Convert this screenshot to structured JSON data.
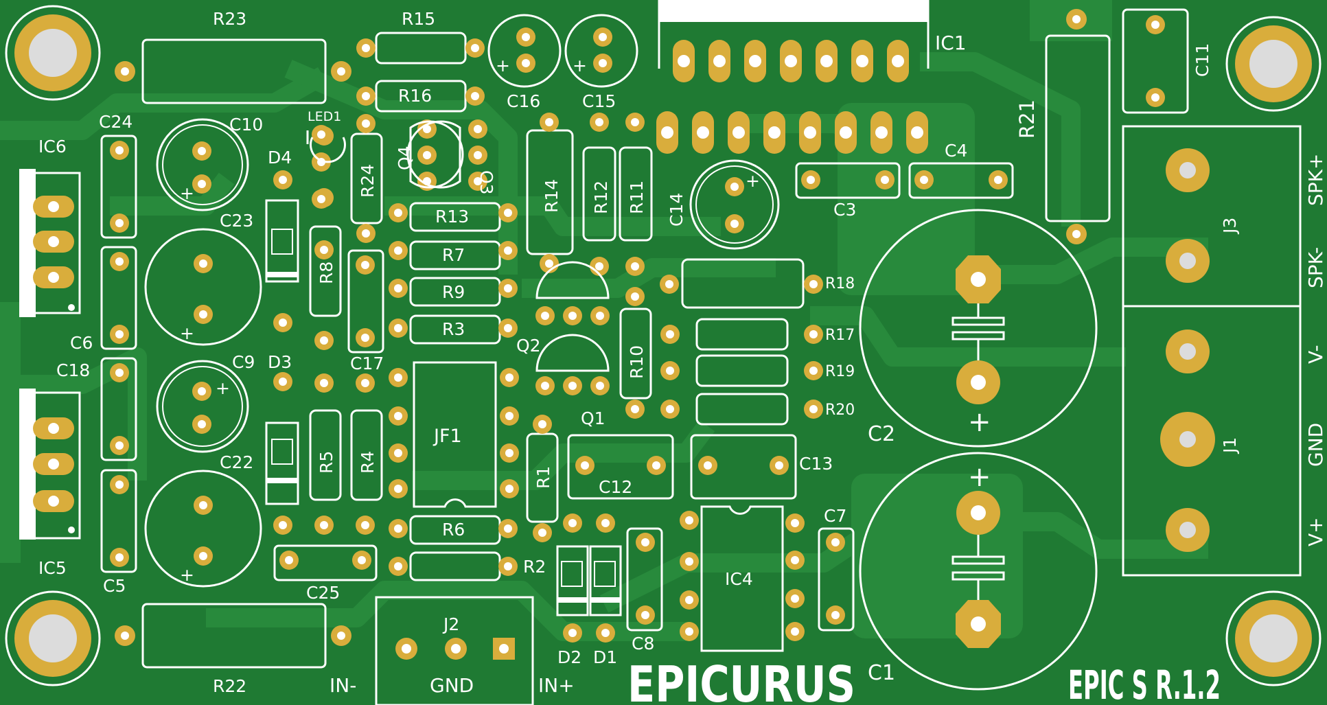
{
  "board": {
    "title": "EPICURUS",
    "revision": "EPIC S R.1.2",
    "colors": {
      "board": "#1f7a33",
      "copper": "#288a3c",
      "pad": "#d9ad3c",
      "silkscreen": "#ffffff",
      "drill": "#dcdcdc"
    }
  },
  "labels": {
    "r23": "R23",
    "r15": "R15",
    "r16": "R16",
    "c16": "C16",
    "c15": "C15",
    "ic1": "IC1",
    "c11": "C11",
    "r21": "R21",
    "c24": "C24",
    "c10": "C10",
    "led1": "LED1",
    "d4": "D4",
    "ic6": "IC6",
    "r24": "R24",
    "q4": "Q4",
    "q3": "Q3",
    "r14": "R14",
    "r12": "R12",
    "r11": "R11",
    "c14": "C14",
    "c3": "C3",
    "c4": "C4",
    "c23": "C23",
    "r13": "R13",
    "r7": "R7",
    "r8": "R8",
    "r9": "R9",
    "r3": "R3",
    "r18": "R18",
    "c6": "C6",
    "q2": "Q2",
    "r17": "R17",
    "r10": "R10",
    "r19": "R19",
    "r20": "R20",
    "c18": "C18",
    "c9": "C9",
    "d3": "D3",
    "c17": "C17",
    "jf1": "JF1",
    "q1": "Q1",
    "c2": "C2",
    "r5": "R5",
    "r4": "R4",
    "r1": "R1",
    "c12": "C12",
    "c13": "C13",
    "c22": "C22",
    "r6": "R6",
    "r2": "R2",
    "c7": "C7",
    "ic4": "IC4",
    "ic5": "IC5",
    "c5": "C5",
    "c25": "C25",
    "j2": "J2",
    "c8": "C8",
    "d2": "D2",
    "d1": "D1",
    "r22": "R22",
    "in_minus": "IN-",
    "gnd": "GND",
    "in_plus": "IN+",
    "c1": "C1",
    "j3": "J3",
    "j1": "J1",
    "spk_plus": "SPK+",
    "spk_minus": "SPK-",
    "v_minus": "V-",
    "gnd_right": "GND",
    "v_plus": "V+",
    "plus": "+"
  }
}
